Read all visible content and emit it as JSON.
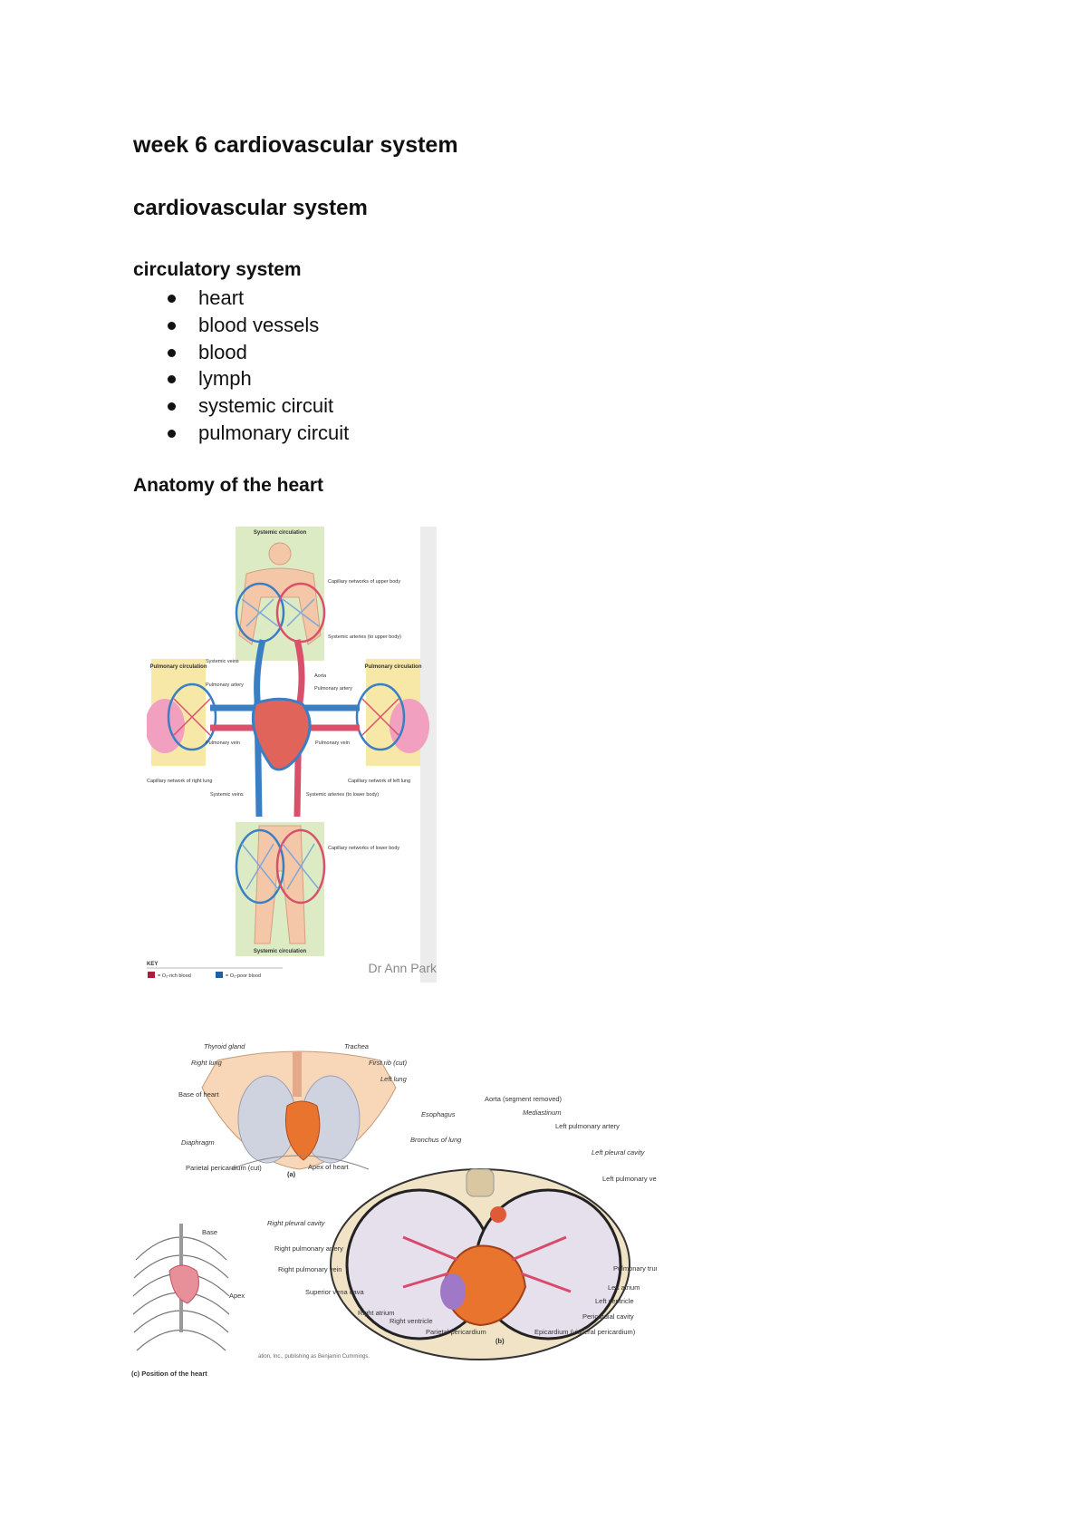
{
  "document": {
    "title": "week 6 cardiovascular system",
    "section_heading": "cardiovascular system",
    "subheading": "circulatory system",
    "bullets": [
      "heart",
      "blood vessels",
      "blood",
      "lymph",
      "systemic circuit",
      "pulmonary circuit"
    ],
    "anatomy_heading": "Anatomy of the heart"
  },
  "figure_circulation": {
    "top_box_title": "Systemic circulation",
    "bottom_box_title": "Systemic circulation",
    "left_box_title": "Pulmonary circulation",
    "right_box_title": "Pulmonary circulation",
    "labels": {
      "cap_upper": "Capillary networks of upper body",
      "sys_arteries_upper": "Systemic arteries (to upper body)",
      "sys_veins_top": "Systemic veins",
      "aorta": "Aorta",
      "pulm_artery_left": "Pulmonary artery",
      "pulm_artery_right": "Pulmonary artery",
      "pulm_vein_left": "Pulmonary vein",
      "pulm_vein_right": "Pulmonary vein",
      "cap_right_lung": "Capillary network of right lung",
      "cap_left_lung": "Capillary network of left lung",
      "sys_veins_bottom": "Systemic veins",
      "sys_arteries_lower": "Systemic arteries (to lower body)",
      "cap_lower": "Capillary networks of lower body"
    },
    "key_title": "KEY",
    "key_rich": "= O₂-rich blood",
    "key_poor": "= O₂-poor blood",
    "watermark": "Dr Ann Park",
    "colors": {
      "oxygen_rich": "#d9506a",
      "oxygen_poor": "#3a7fc4",
      "box_green": "#dcebc3",
      "box_yellow": "#f7e8a8"
    }
  },
  "figure_heart_position": {
    "panel_a_labels": {
      "thyroid": "Thyroid gland",
      "trachea": "Trachea",
      "first_rib": "First rib (cut)",
      "right_lung": "Right lung",
      "left_lung": "Left lung",
      "base_of_heart": "Base of heart",
      "diaphragm": "Diaphragm",
      "parietal_pericardium_cut": "Parietal pericardium (cut)",
      "apex_of_heart": "Apex of heart",
      "panel": "(a)"
    },
    "panel_b_labels": {
      "aorta": "Aorta (segment removed)",
      "esophagus": "Esophagus",
      "mediastinum": "Mediastinum",
      "bronchus": "Bronchus of lung",
      "left_pulm_artery": "Left pulmonary artery",
      "left_pleural": "Left pleural cavity",
      "left_pulm_vein": "Left pulmonary vein",
      "right_pleural": "Right pleural cavity",
      "right_pulm_artery": "Right pulmonary artery",
      "right_pulm_vein": "Right pulmonary vein",
      "svc": "Superior vena cava",
      "right_atrium": "Right atrium",
      "right_ventricle": "Right ventricle",
      "parietal_pericardium": "Parietal pericardium",
      "epicardium": "Epicardium (visceral pericardium)",
      "pulm_trunk": "Pulmonary trunk",
      "left_atrium": "Left atrium",
      "left_ventricle": "Left ventricle",
      "pericardial_cavity": "Pericardial cavity",
      "panel": "(b)"
    },
    "panel_c_labels": {
      "base": "Base",
      "apex": "Apex",
      "caption": "(c) Position of the heart"
    },
    "credit": "ation, Inc., publishing as Benjamin Cummings."
  }
}
